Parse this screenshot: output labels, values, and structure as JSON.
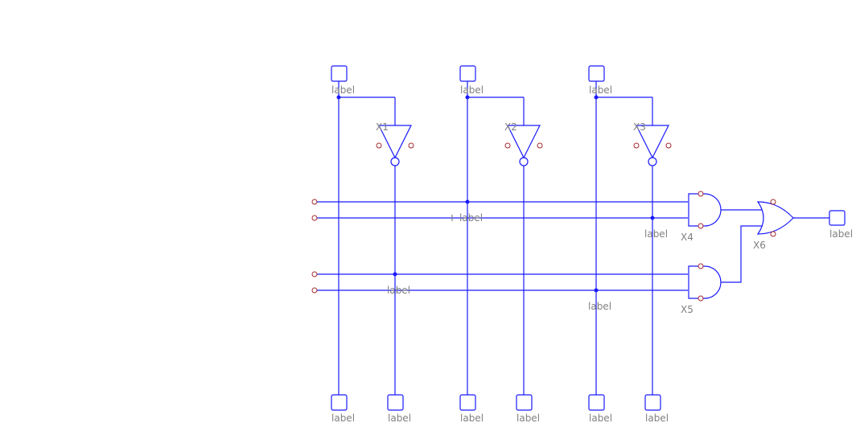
{
  "colors": {
    "wire": "#1a1aff",
    "pin": "#a52a2a",
    "text": "#808080",
    "background": "#ffffff"
  },
  "port_label": "label",
  "gates": {
    "x1": "X1",
    "x2": "X2",
    "x3": "X3",
    "x4": "X4",
    "x5": "X5",
    "x6": "X6"
  },
  "net_labels": {
    "row2": "label",
    "col_x4": "label",
    "row4": "label",
    "row4_col": "label"
  }
}
